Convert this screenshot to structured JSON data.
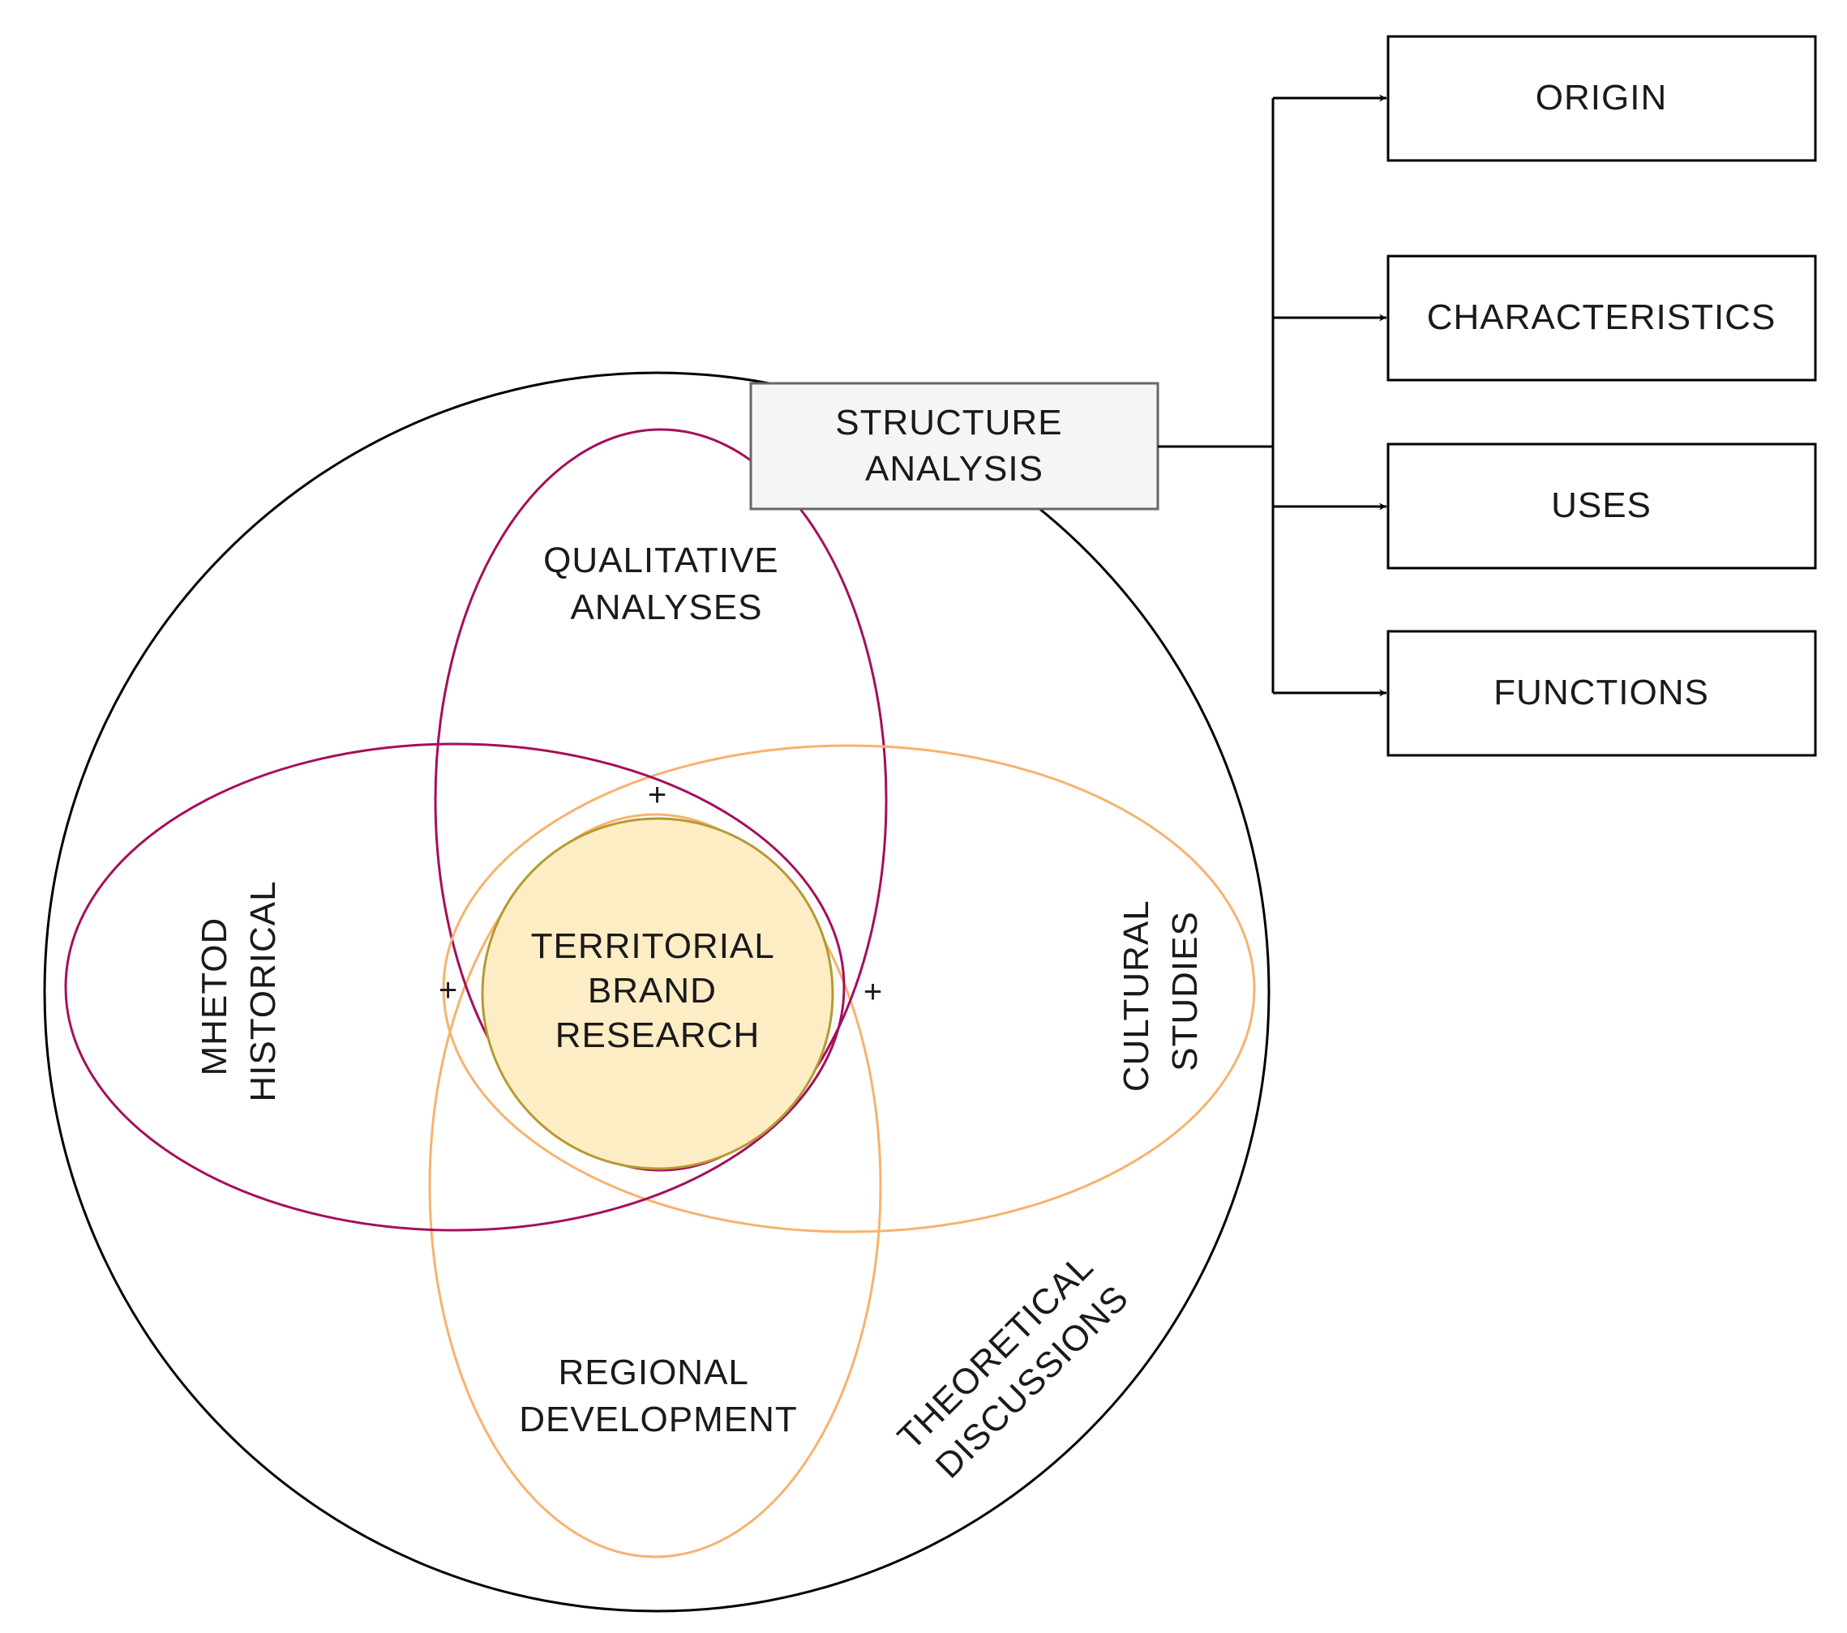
{
  "diagram": {
    "outer_label": [
      "THEORETICAL",
      "DISCUSSIONS"
    ],
    "center_label": [
      "TERRITORIAL",
      "BRAND",
      "RESEARCH"
    ],
    "top_label": [
      "QUALITATIVE",
      "ANALYSES"
    ],
    "bottom_label": [
      "REGIONAL",
      "DEVELOPMENT"
    ],
    "left_label": [
      "MHETOD",
      "HISTORICAL"
    ],
    "right_label": [
      "CULTURAL",
      "STUDIES"
    ],
    "plus_sign": "+",
    "structure_box": [
      "STRUCTURE",
      "ANALYSIS"
    ],
    "right_boxes": [
      "ORIGIN",
      "CHARACTERISTICS",
      "USES",
      "FUNCTIONS"
    ]
  },
  "colors": {
    "outer_circle": "#000000",
    "magenta_ellipse": "#a50f5a",
    "orange_ellipse": "#f7b26d",
    "center_fill": "#fdedc4",
    "center_stroke": "#b59a32",
    "structure_box_fill": "#f5f5f5",
    "structure_box_stroke": "#666666",
    "box_stroke": "#000000"
  }
}
